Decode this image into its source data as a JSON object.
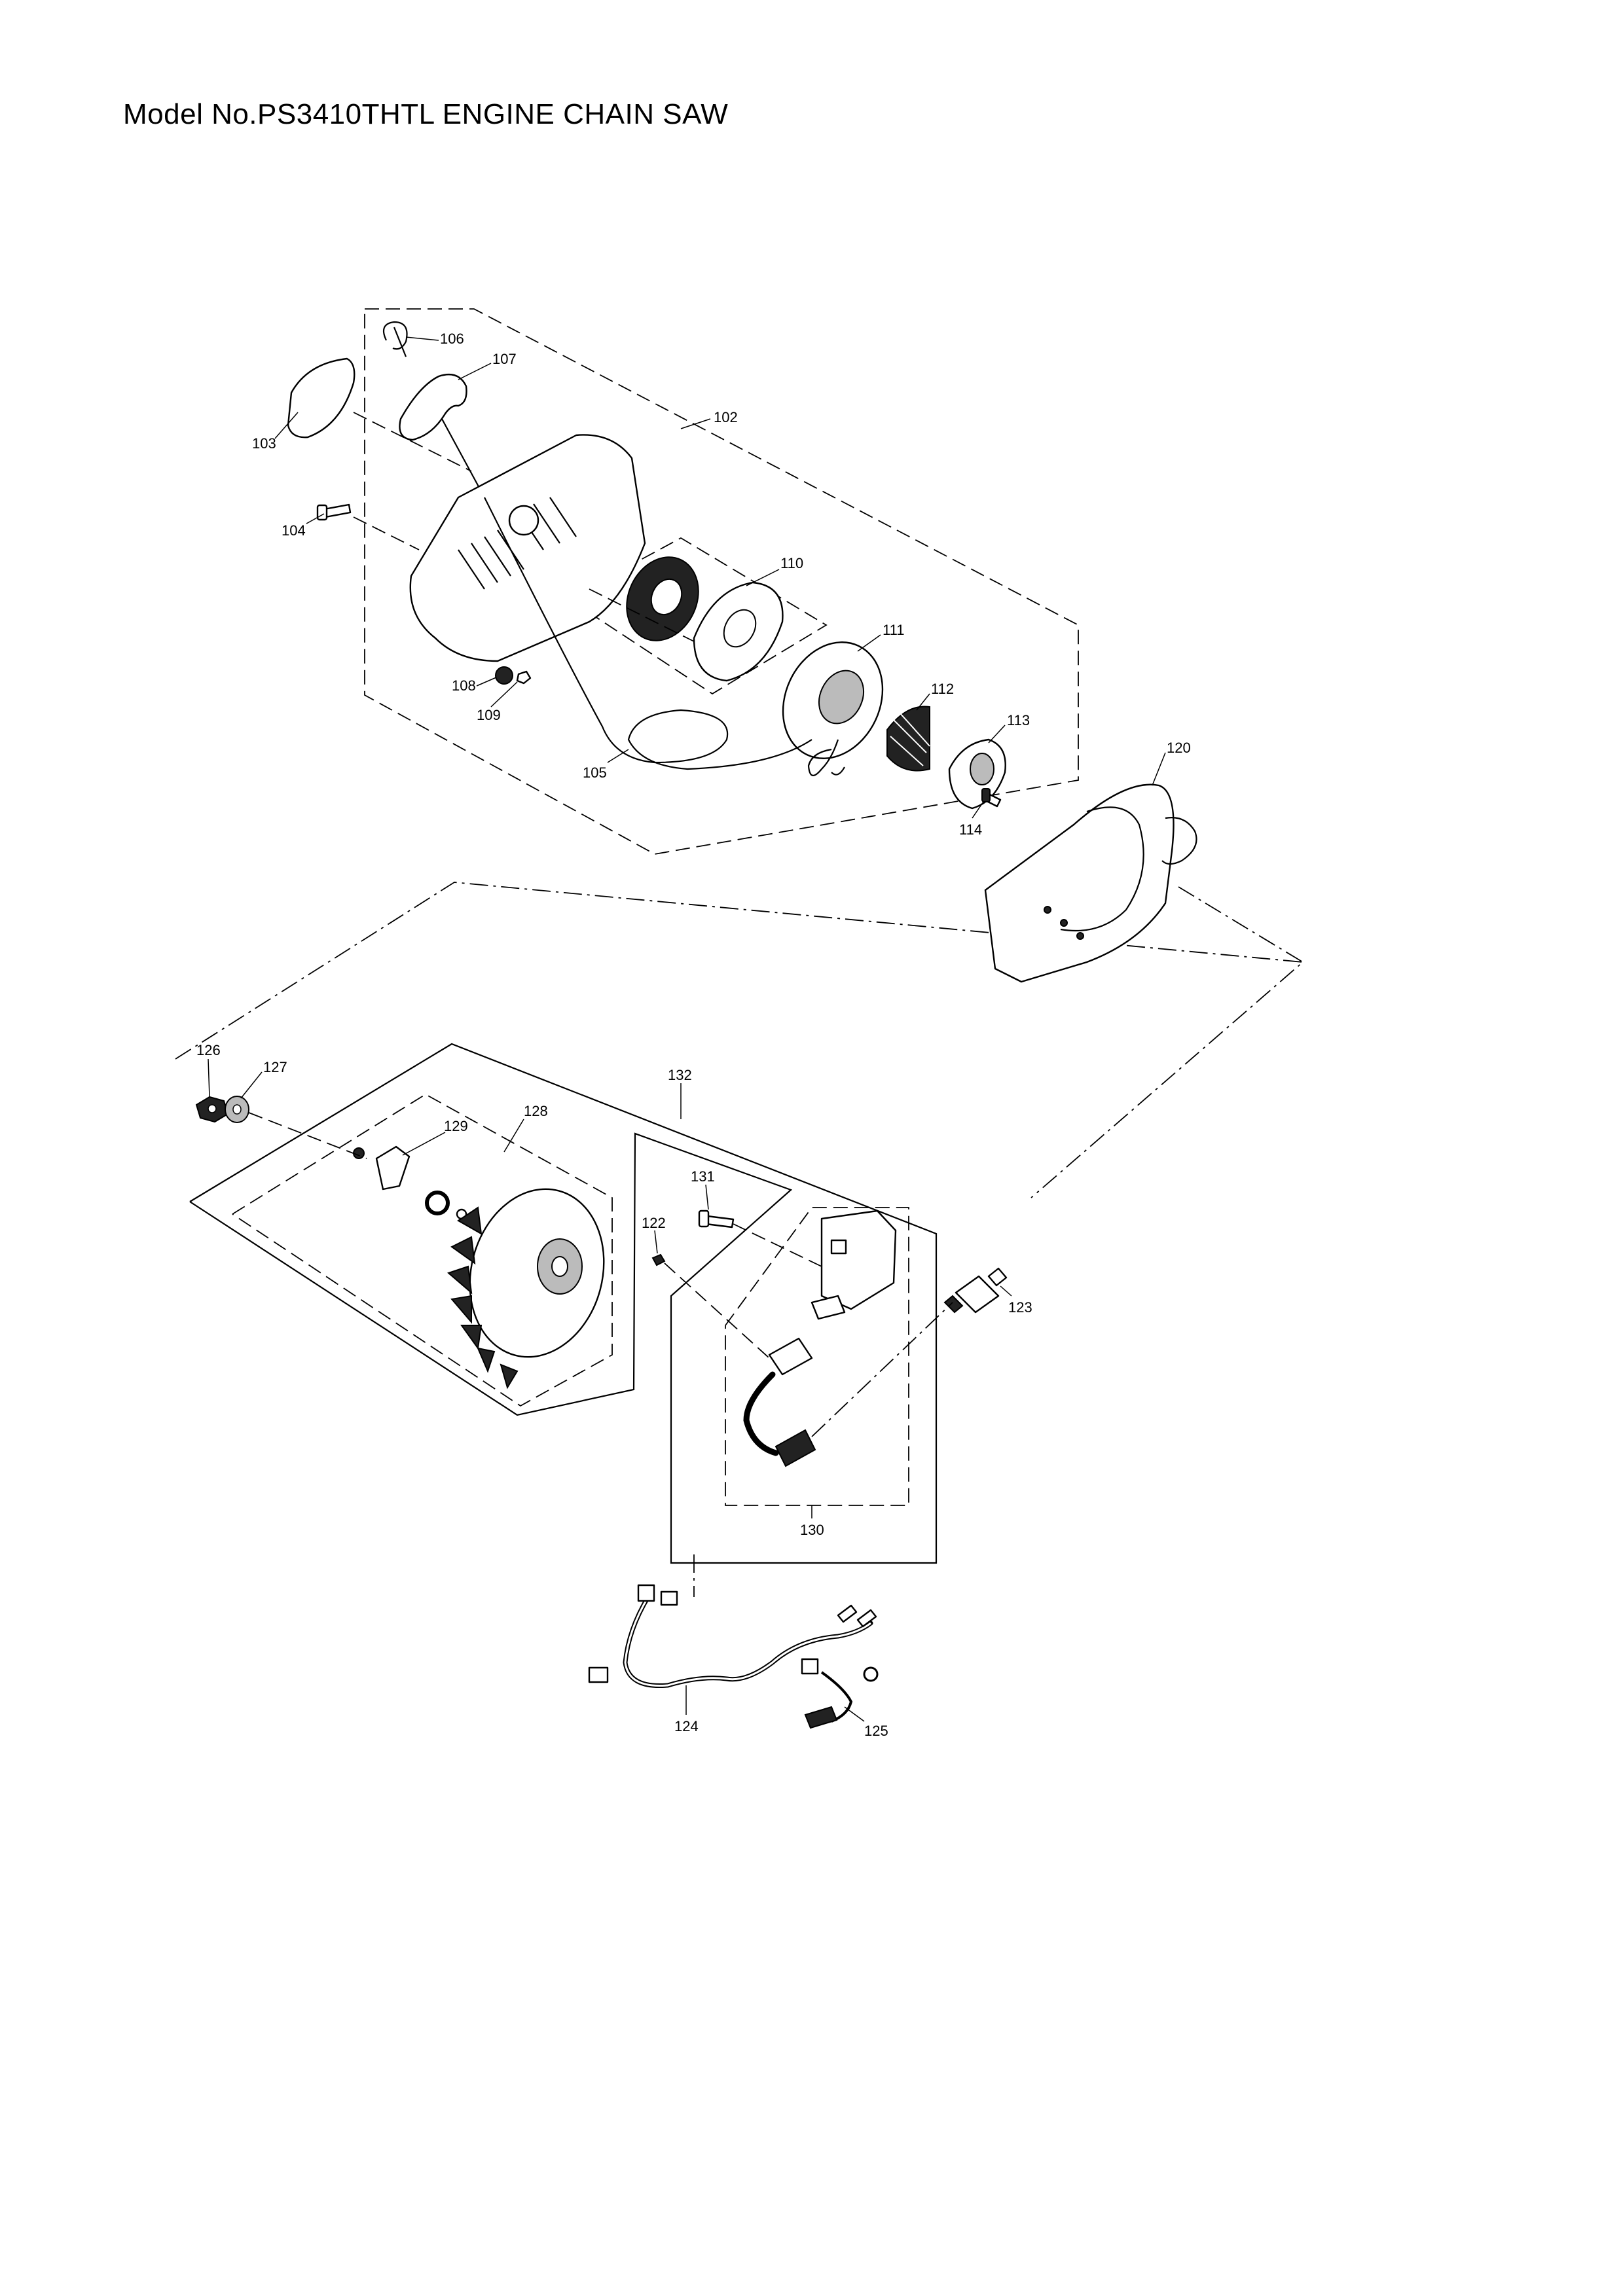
{
  "header": {
    "title": "Model No.PS3410THTL ENGINE CHAIN SAW"
  },
  "callouts": [
    {
      "id": "c102",
      "label": "102"
    },
    {
      "id": "c103",
      "label": "103"
    },
    {
      "id": "c104",
      "label": "104"
    },
    {
      "id": "c105",
      "label": "105"
    },
    {
      "id": "c106",
      "label": "106"
    },
    {
      "id": "c107",
      "label": "107"
    },
    {
      "id": "c108",
      "label": "108"
    },
    {
      "id": "c109",
      "label": "109"
    },
    {
      "id": "c110",
      "label": "110"
    },
    {
      "id": "c111",
      "label": "111"
    },
    {
      "id": "c112",
      "label": "112"
    },
    {
      "id": "c113",
      "label": "113"
    },
    {
      "id": "c114",
      "label": "114"
    },
    {
      "id": "c120",
      "label": "120"
    },
    {
      "id": "c122",
      "label": "122"
    },
    {
      "id": "c123",
      "label": "123"
    },
    {
      "id": "c124",
      "label": "124"
    },
    {
      "id": "c125",
      "label": "125"
    },
    {
      "id": "c126",
      "label": "126"
    },
    {
      "id": "c127",
      "label": "127"
    },
    {
      "id": "c128",
      "label": "128"
    },
    {
      "id": "c129",
      "label": "129"
    },
    {
      "id": "c130",
      "label": "130"
    },
    {
      "id": "c131",
      "label": "131"
    },
    {
      "id": "c132",
      "label": "132"
    }
  ]
}
